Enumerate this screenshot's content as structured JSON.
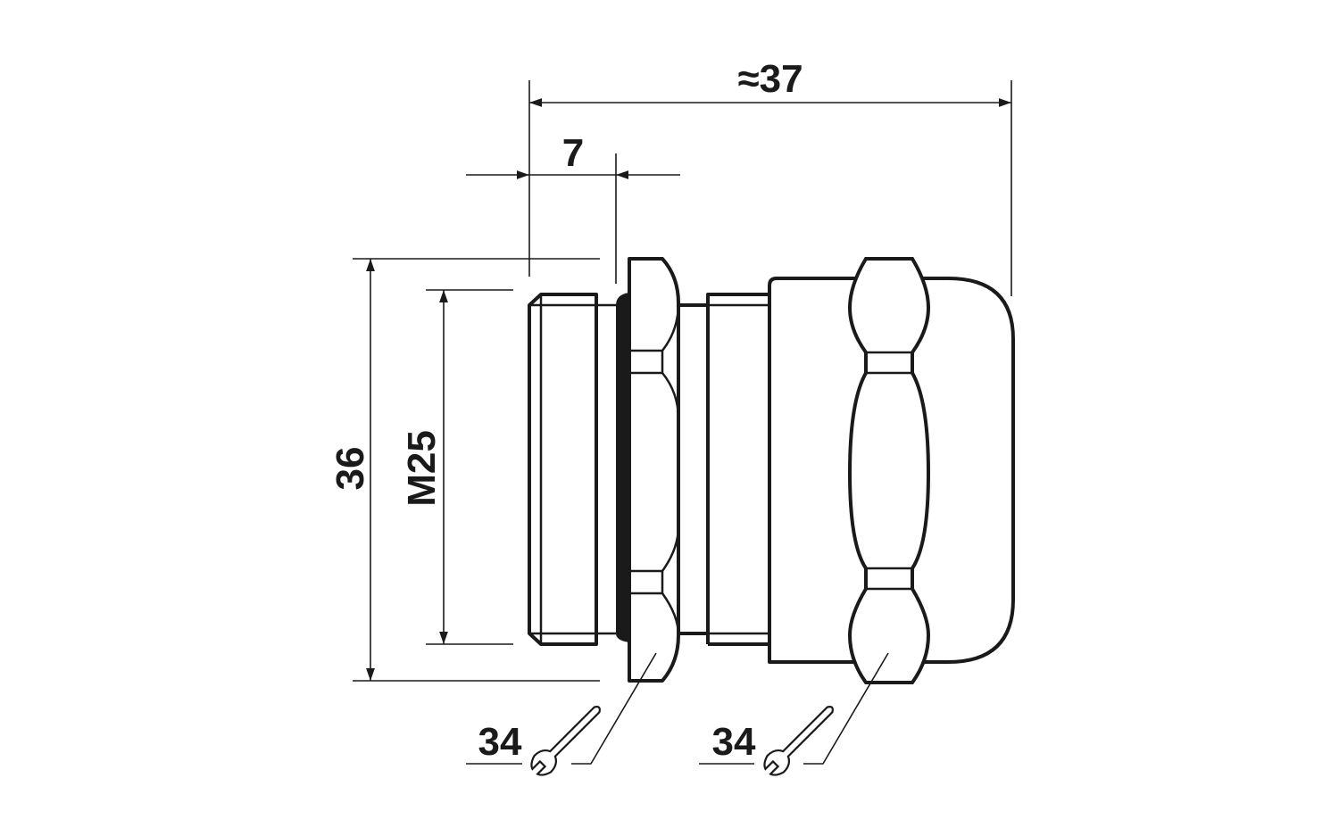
{
  "dimensions": {
    "overall_length": "≈37",
    "thread_length": "7",
    "height": "36",
    "thread_size": "M25",
    "wrench_size_left": "34",
    "wrench_size_right": "34"
  },
  "colors": {
    "line": "#1a1a1a",
    "background": "#ffffff"
  }
}
